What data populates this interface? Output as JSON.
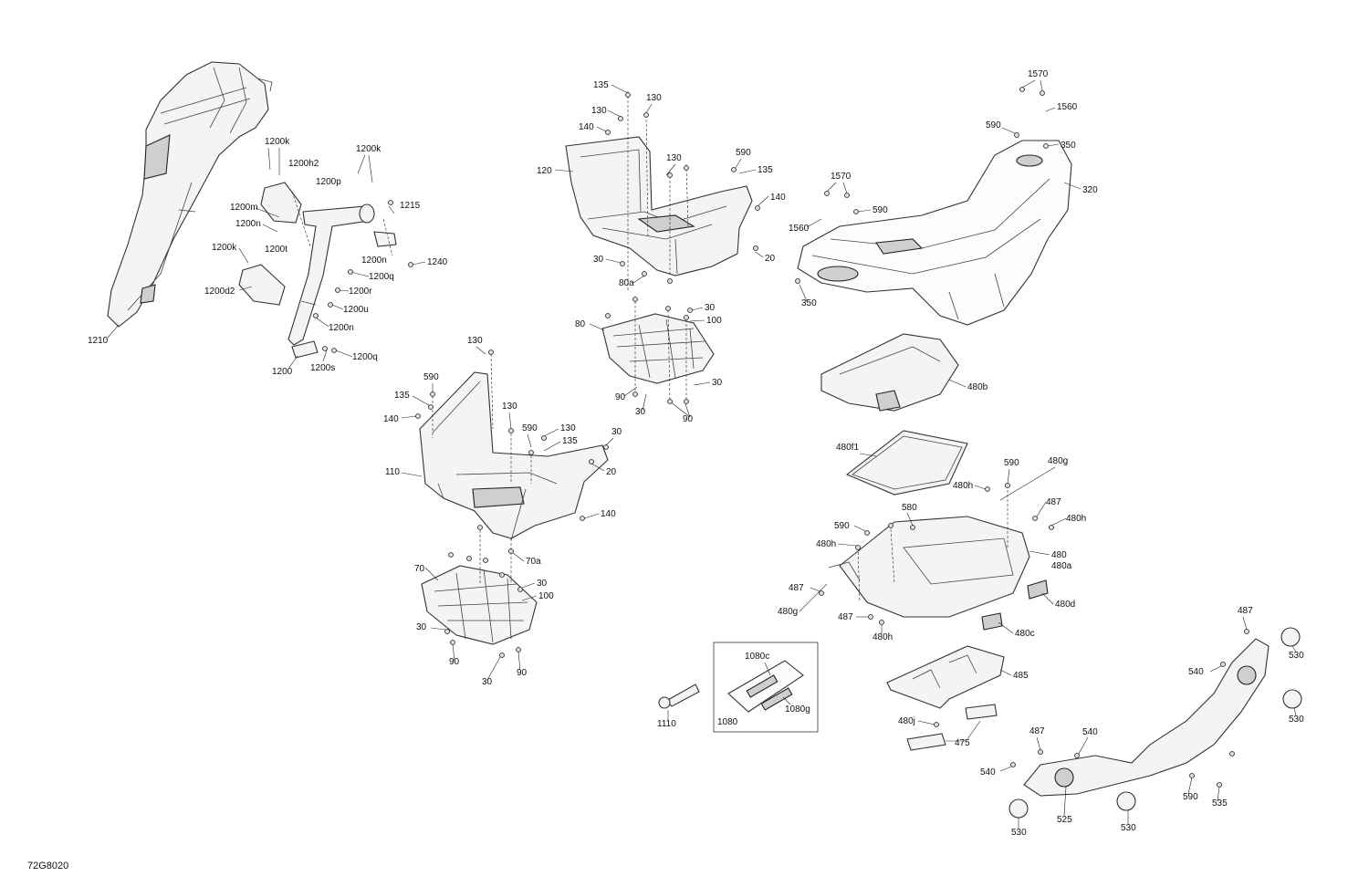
{
  "diagram": {
    "code": "72G8020",
    "callouts": {
      "p1210": "1210",
      "p1200": "1200",
      "p1200k_a": "1200k",
      "p1200k_b": "1200k",
      "p1200k_c": "1200k",
      "p1200h2": "1200h2",
      "p1200p": "1200p",
      "p1215": "1215",
      "p1200m": "1200m",
      "p1200n_a": "1200n",
      "p1200n_b": "1200n",
      "p1200n_c": "1200n",
      "p1200t": "1200t",
      "p1240": "1240",
      "p1200q_a": "1200q",
      "p1200q_b": "1200q",
      "p1200d2": "1200d2",
      "p1200r": "1200r",
      "p1200u": "1200u",
      "p1200s": "1200s",
      "c135_a": "135",
      "c130_a": "130",
      "c130_b": "130",
      "c140_a": "140",
      "c130_c": "130",
      "c120": "120",
      "c590_a": "590",
      "c135_b": "135",
      "c140_b": "140",
      "c30_a": "30",
      "c20_a": "20",
      "c80a": "80a",
      "c80": "80",
      "c30_b": "30",
      "c100_a": "100",
      "c30_c": "30",
      "c90_a": "90",
      "c30_d": "30",
      "c90_b": "90",
      "c130_d": "130",
      "c590_b": "590",
      "c135_c": "135",
      "c140_c": "140",
      "c130_e": "130",
      "c590_c": "590",
      "c130_f": "130",
      "c135_d": "135",
      "c30_e": "30",
      "c110": "110",
      "c20_b": "20",
      "c140_d": "140",
      "c70a": "70a",
      "c70": "70",
      "c30_f": "30",
      "c100_b": "100",
      "c30_g": "30",
      "c90_c": "90",
      "c30_h": "30",
      "c90_d": "90",
      "r1570_a": "1570",
      "r1560_a": "1560",
      "r590_a": "590",
      "r350_a": "350",
      "r320": "320",
      "r1570_b": "1570",
      "r1560_b": "1560",
      "r590_b": "590",
      "r350_b": "350",
      "r480b": "480b",
      "r480f1": "480f1",
      "r590_c": "590",
      "r480g_a": "480g",
      "r480h_a": "480h",
      "r487_a": "487",
      "r480h_b": "480h",
      "r580": "580",
      "r590_d": "590",
      "r480h_c": "480h",
      "r480": "480",
      "r480a": "480a",
      "r487_b": "487",
      "r480d": "480d",
      "r480g_b": "480g",
      "r487_c": "487",
      "r480h_d": "480h",
      "r480c": "480c",
      "r485": "485",
      "r480j": "480j",
      "r475": "475",
      "b1080c": "1080c",
      "b1080g": "1080g",
      "b1080": "1080",
      "b1110": "1110",
      "f487_a": "487",
      "f530_a": "530",
      "f540_a": "540",
      "f530_b": "530",
      "f487_b": "487",
      "f540_b": "540",
      "f540_c": "540",
      "f590": "590",
      "f535": "535",
      "f530_c": "530",
      "f525": "525",
      "f530_d": "530"
    }
  }
}
